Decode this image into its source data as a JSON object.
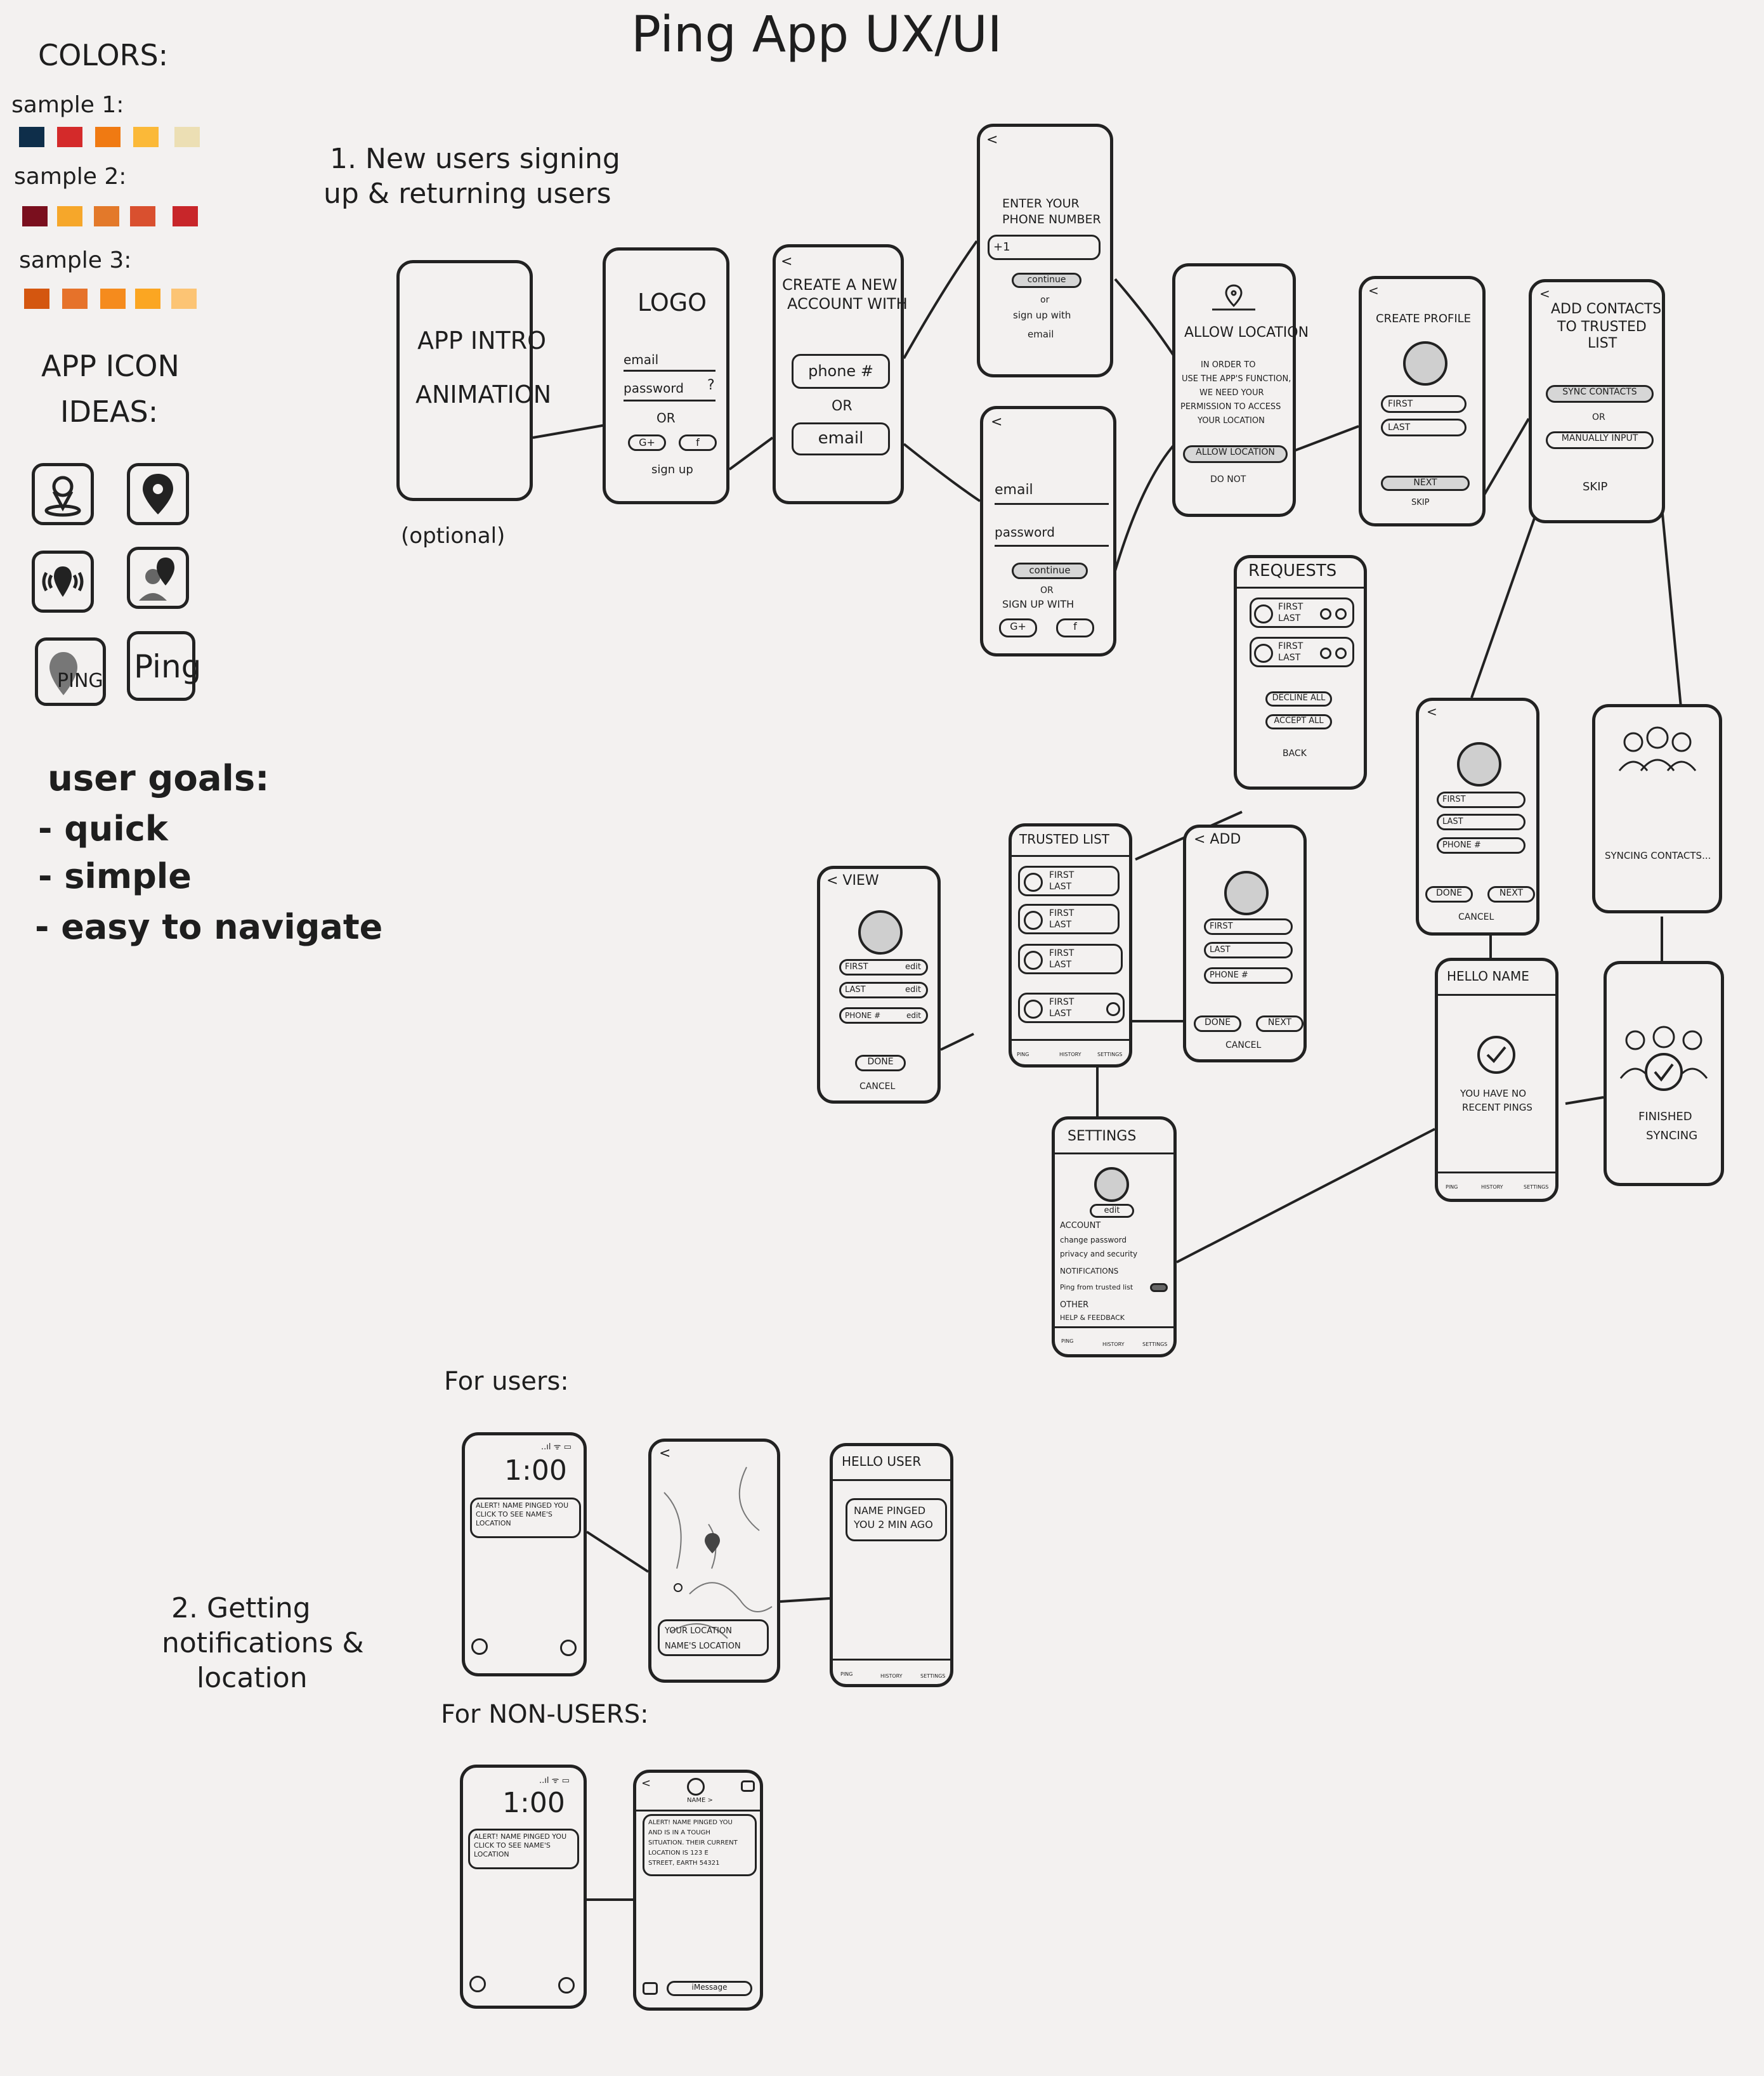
{
  "title": "Ping App UX/UI",
  "colors": {
    "heading": "COLORS:",
    "samples": [
      {
        "label": "sample 1:",
        "swatches": [
          "#0e2e4a",
          "#d42a2a",
          "#f07a12",
          "#fbb938",
          "#ecdfb4"
        ]
      },
      {
        "label": "sample 2:",
        "swatches": [
          "#7a0f1e",
          "#f6a72a",
          "#e3792a",
          "#d9502f",
          "#c8262a"
        ]
      },
      {
        "label": "sample 3:",
        "swatches": [
          "#d4560f",
          "#e6722a",
          "#f58b1d",
          "#fba622",
          "#fcc474"
        ]
      }
    ]
  },
  "app_icon": {
    "heading_1": "APP ICON",
    "heading_2": "IDEAS:",
    "ping_text_1": "PING",
    "ping_text_2": "Ping"
  },
  "user_goals": {
    "heading": "user goals:",
    "items": [
      "- quick",
      "- simple",
      "- easy to navigate"
    ]
  },
  "section1": {
    "line1": "1. New users signing",
    "line2": "up & returning users"
  },
  "section2": {
    "line1": "2. Getting",
    "line2": "notifications &",
    "line3": "location"
  },
  "for_users": "For users:",
  "for_non_users": "For NON-USERS:",
  "screens": {
    "intro": {
      "line1": "APP INTRO",
      "line2": "ANIMATION",
      "note": "(optional)"
    },
    "login": {
      "logo": "LOGO",
      "email": "email",
      "password": "password",
      "q": "?",
      "or": "OR",
      "google": "G+",
      "facebook": "f",
      "signup": "sign up"
    },
    "create": {
      "back": "<",
      "line1": "CREATE A NEW",
      "line2": "ACCOUNT WITH",
      "phone": "phone #",
      "or": "OR",
      "email": "email"
    },
    "phone": {
      "back": "<",
      "line1": "ENTER YOUR",
      "line2": "PHONE NUMBER",
      "prefix": "+1",
      "continue": "continue",
      "or": "or",
      "line3": "sign up with",
      "line4": "email"
    },
    "email_signup": {
      "back": "<",
      "email": "email",
      "password": "password",
      "continue": "continue",
      "or": "OR",
      "line": "SIGN UP WITH",
      "google": "G+",
      "facebook": "f"
    },
    "location": {
      "line0": "ALLOW LOCATION",
      "line1": "IN ORDER TO",
      "line2": "USE THE APP'S FUNCTION,",
      "line3": "WE NEED YOUR",
      "line4": "PERMISSION TO ACCESS",
      "line5": "YOUR LOCATION",
      "allow": "ALLOW LOCATION",
      "deny": "DO NOT"
    },
    "profile": {
      "back": "<",
      "title": "CREATE PROFILE",
      "first": "FIRST",
      "last": "LAST",
      "next": "NEXT",
      "skip": "SKIP"
    },
    "contacts": {
      "back": "<",
      "line1": "ADD CONTACTS",
      "line2": "TO TRUSTED",
      "line3": "LIST",
      "sync": "SYNC CONTACTS",
      "or": "OR",
      "manual": "MANUALLY INPUT",
      "skip": "SKIP"
    },
    "requests": {
      "title": "REQUESTS",
      "r1a": "FIRST",
      "r1b": "LAST",
      "r2a": "FIRST",
      "r2b": "LAST",
      "decline": "DECLINE ALL",
      "accept": "ACCEPT ALL",
      "back": "BACK"
    },
    "manual_add": {
      "back": "<",
      "first": "FIRST",
      "last": "LAST",
      "phone": "PHONE #",
      "done": "DONE",
      "next": "NEXT",
      "cancel": "CANCEL"
    },
    "syncing": {
      "text": "SYNCING CONTACTS..."
    },
    "finished": {
      "line1": "FINISHED",
      "line2": "SYNCING"
    },
    "hello_name": {
      "title": "HELLO NAME",
      "line1": "YOU HAVE NO",
      "line2": "RECENT PINGS",
      "tab1": "PING",
      "tab2": "HISTORY",
      "tab3": "SETTINGS"
    },
    "trusted": {
      "title": "TRUSTED LIST",
      "first": "FIRST",
      "last": "LAST",
      "tab1": "PING",
      "tab2": "HISTORY",
      "tab3": "SETTINGS"
    },
    "view": {
      "title": "< VIEW",
      "first": "FIRST",
      "last": "LAST",
      "phone": "PHONE #",
      "edit": "edit",
      "done": "DONE",
      "cancel": "CANCEL"
    },
    "add": {
      "title": "< ADD",
      "first": "FIRST",
      "last": "LAST",
      "phone": "PHONE #",
      "done": "DONE",
      "next": "NEXT",
      "cancel": "CANCEL"
    },
    "settings": {
      "title": "SETTINGS",
      "edit": "edit",
      "account": "ACCOUNT",
      "change_pw": "change password",
      "privacy": "privacy and security",
      "notifications": "NOTIFICATIONS",
      "ping_from": "Ping from trusted list",
      "other": "OTHER",
      "help": "HELP & FEEDBACK",
      "tab1": "PING",
      "tab2": "HISTORY",
      "tab3": "SETTINGS"
    },
    "lock1": {
      "status": "..ıl ᯤ ▭",
      "time": "1:00",
      "line1": "ALERT! NAME PINGED YOU",
      "line2": "CLICK TO SEE NAME'S",
      "line3": "LOCATION"
    },
    "map": {
      "back": "<",
      "your": "YOUR LOCATION",
      "name": "NAME'S LOCATION"
    },
    "hello_user": {
      "title": "HELLO USER",
      "line1": "NAME PINGED",
      "line2": "YOU 2 MIN AGO",
      "tab1": "PING",
      "tab2": "HISTORY",
      "tab3": "SETTINGS"
    },
    "lock2": {
      "status": "..ıl ᯤ ▭",
      "time": "1:00",
      "line1": "ALERT! NAME PINGED YOU",
      "line2": "CLICK TO SEE NAME'S",
      "line3": "LOCATION"
    },
    "sms": {
      "back": "<",
      "contact": "NAME >",
      "line1": "ALERT! NAME PINGED YOU",
      "line2": "AND IS IN A TOUGH",
      "line3": "SITUATION. THEIR CURRENT",
      "line4": "LOCATION IS 123 E",
      "line5": "STREET, EARTH 54321",
      "imessage": "iMessage"
    }
  }
}
